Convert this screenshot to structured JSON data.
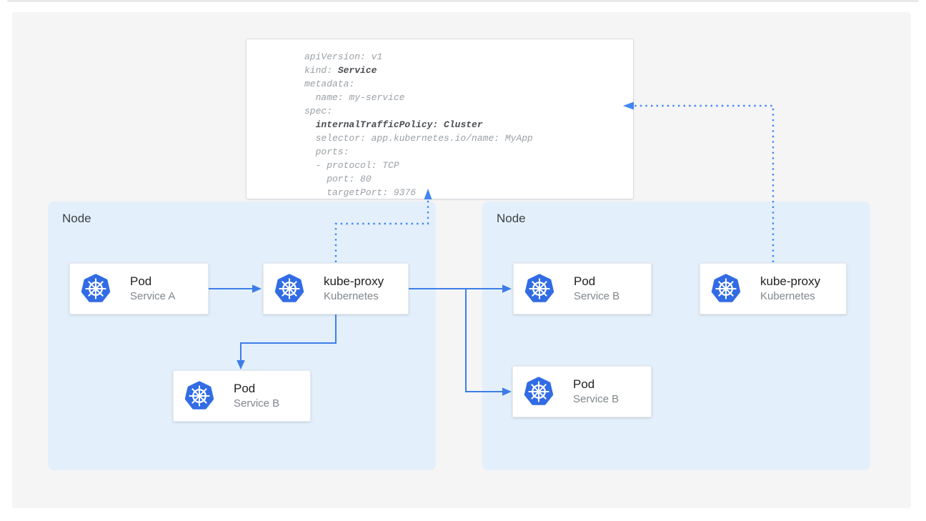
{
  "colors": {
    "kubernetes_blue": "#326ce5",
    "arrow_blue": "#3e7de8",
    "dotted_arrow_blue": "#4285f4",
    "node_fill": "#e3f0fc",
    "panel_bg": "#f5f5f6",
    "yaml_regular_text": "#9aa0a6",
    "yaml_bold_text": "#4a4d51"
  },
  "yaml": {
    "lines": [
      {
        "pre": "apiVersion: v1",
        "bold": "",
        "post": ""
      },
      {
        "pre": "kind: ",
        "bold": "Service",
        "post": ""
      },
      {
        "pre": "metadata:",
        "bold": "",
        "post": ""
      },
      {
        "pre": "  name: my-service",
        "bold": "",
        "post": ""
      },
      {
        "pre": "spec:",
        "bold": "",
        "post": ""
      },
      {
        "pre": "  ",
        "bold": "internalTrafficPolicy: Cluster",
        "post": ""
      },
      {
        "pre": "  selector: app.kubernetes.io/name: MyApp",
        "bold": "",
        "post": ""
      },
      {
        "pre": "  ports:",
        "bold": "",
        "post": ""
      },
      {
        "pre": "  - protocol: TCP",
        "bold": "",
        "post": ""
      },
      {
        "pre": "    port: 80",
        "bold": "",
        "post": ""
      },
      {
        "pre": "    targetPort: 9376",
        "bold": "",
        "post": ""
      }
    ]
  },
  "nodes": {
    "left": {
      "label": "Node"
    },
    "right": {
      "label": "Node"
    }
  },
  "cards": {
    "pod_a": {
      "title": "Pod",
      "subtitle": "Service A"
    },
    "kube_proxy_left": {
      "title": "kube-proxy",
      "subtitle": "Kubernetes"
    },
    "pod_b_left": {
      "title": "Pod",
      "subtitle": "Service B"
    },
    "pod_b_right_top": {
      "title": "Pod",
      "subtitle": "Service B"
    },
    "pod_b_right_bottom": {
      "title": "Pod",
      "subtitle": "Service B"
    },
    "kube_proxy_right": {
      "title": "kube-proxy",
      "subtitle": "Kubernetes"
    }
  },
  "connections": [
    {
      "from": "pod-service-a",
      "to": "kube-proxy-left",
      "style": "solid"
    },
    {
      "from": "kube-proxy-left",
      "to": "pod-service-b-left",
      "style": "solid"
    },
    {
      "from": "kube-proxy-left",
      "to": "pod-service-b-right-top",
      "style": "solid"
    },
    {
      "from": "kube-proxy-left",
      "to": "pod-service-b-right-bottom",
      "style": "solid"
    },
    {
      "from": "kube-proxy-left",
      "to": "service-yaml-box",
      "style": "dotted"
    },
    {
      "from": "kube-proxy-right",
      "to": "service-yaml-box",
      "style": "dotted"
    }
  ]
}
